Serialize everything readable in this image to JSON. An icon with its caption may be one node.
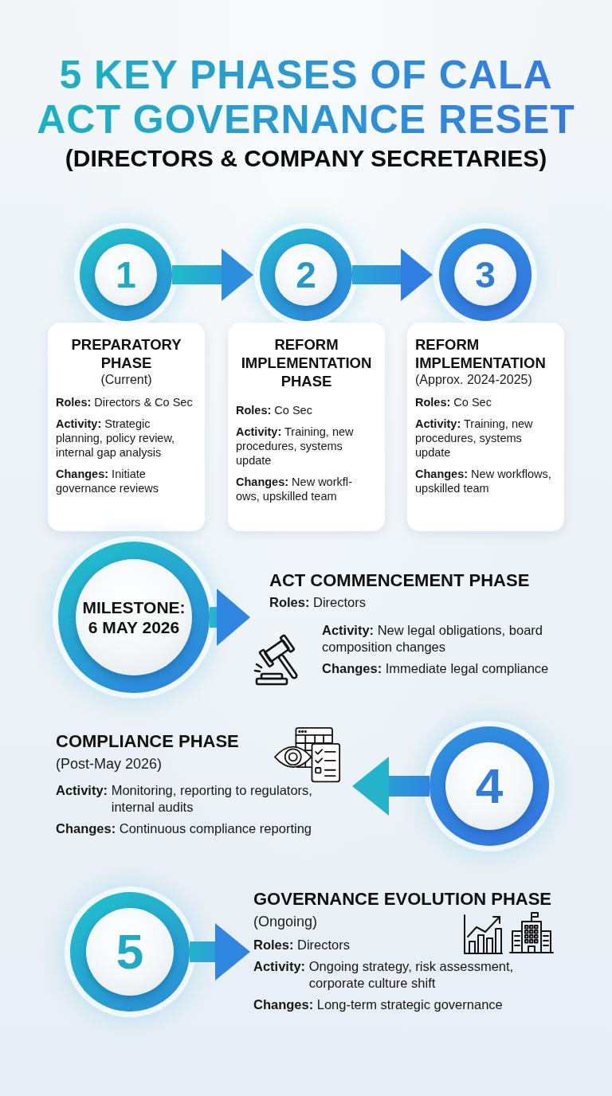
{
  "diagram": {
    "title": "5 KEY PHASES OF CALA ACT GOVERNANCE RESET",
    "nodes": [
      {
        "text": [
          "1"
        ]
      },
      {
        "text": [
          "PREPARATORY PHASE",
          "(Current)",
          "**Roles:** Directors & Co Sec",
          "**Activity:** Strategic planning, policy review, internal gap analysis",
          "**Changes:** Initiate governance reviews"
        ]
      },
      {
        "text": [
          "2"
        ]
      },
      {
        "text": [
          "REFORM IMPLEMENTATION PHASE",
          "**Roles:** Co Sec",
          "**Activity:** Training, new procedures, systems update",
          "**Changes:** New workfl- ows, upskilled team"
        ]
      },
      {
        "text": [
          "3"
        ]
      },
      {
        "text": [
          "REFORM IMPLEMENTATION",
          "(Approx. 2024-2025)",
          "**Roles:** Co Sec",
          "**Activity:** Training, new procedures, systems update",
          "**Changes:** New workflows, upskilled team"
        ]
      },
      {
        "text": [
          "MILESTONE: 6 MAY 2026"
        ]
      },
      {
        "text": [
          "ACT COMMENCEMENT PHASE",
          "**Roles:** Directors",
          "**Activity:** New legal obligations, board composition changes",
          "**Changes:** Immediate legal compliance"
        ]
      },
      {
        "text": [
          "COMPLIANCE PHASE",
          "(Post-May 2026)",
          "**Activity:** Monitoring, reporting to regulators, internal audits",
          "**Changes:** Continuous compliance reporting"
        ]
      },
      {
        "text": [
          "4"
        ]
      },
      {
        "text": [
          "5"
        ]
      },
      {
        "text": [
          "GOVERNANCE EVOLUTION PHASE",
          "(Ongoing)",
          "**Roles:** Directors",
          "**Activity:** Ongoing strategy, risk assessment, corporate culture shift",
          "**Changes:** Long-term strategic governance"
        ]
      }
    ],
    "edges": [
      {
        "from": 0,
        "to": 2,
        "arrow": "to"
      },
      {
        "from": 2,
        "to": 4,
        "arrow": "to"
      },
      {
        "from": 6,
        "to": 7,
        "arrow": "to"
      },
      {
        "from": 9,
        "to": 8,
        "arrow": "to"
      },
      {
        "from": 10,
        "to": 11,
        "arrow": "to"
      }
    ],
    "labels": [
      "(DIRECTORS & COMPANY SECRETARIES)"
    ]
  }
}
